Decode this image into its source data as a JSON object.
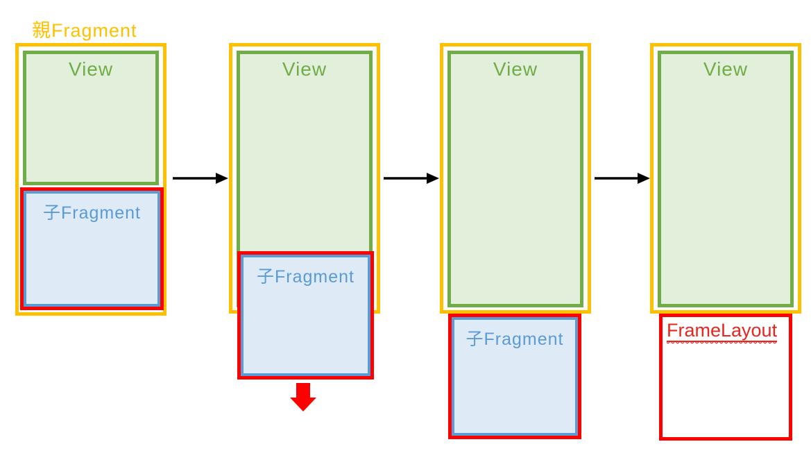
{
  "title": {
    "text": "親Fragment"
  },
  "panels": [
    {
      "view_label": "View",
      "child_label": "子Fragment"
    },
    {
      "view_label": "View",
      "child_label": "子Fragment"
    },
    {
      "view_label": "View",
      "child_label": "子Fragment"
    },
    {
      "view_label": "View",
      "frame_label": "FrameLayout"
    }
  ],
  "icons": {
    "flow_arrow": "black-right-arrow",
    "detach_arrow": "red-down-arrow"
  },
  "colors": {
    "parent_fragment_border": "#FFC000",
    "view_border": "#70AD47",
    "view_fill": "#E2EFDA",
    "child_fragment_border_outer": "#FF0000",
    "child_fragment_border_inner": "#5B9BD5",
    "child_fragment_fill": "#DEEBF7",
    "child_fragment_text": "#5B9BD5",
    "frame_layout_border": "#FF0000",
    "frame_layout_text": "#E8251F",
    "flow_arrow": "#000000",
    "detach_arrow": "#FF0000",
    "title_text": "#FFC000"
  }
}
